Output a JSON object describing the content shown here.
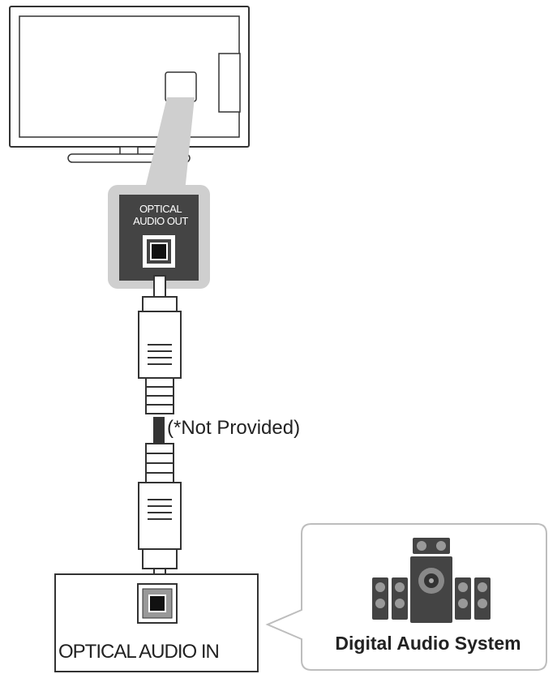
{
  "labels": {
    "port_out_line1": "OPTICAL",
    "port_out_line2": "AUDIO OUT",
    "not_provided": "(*Not Provided)",
    "port_in": "OPTICAL AUDIO IN",
    "digital_audio_system": "Digital Audio System"
  },
  "colors": {
    "line": "#333333",
    "callout_gray": "#cfcfcf",
    "port_panel": "#444444",
    "bubble_border": "#bdbdbd"
  },
  "icons": {
    "tv": "tv-icon",
    "optical_out_port": "optical-port-icon",
    "cable": "optical-cable-icon",
    "optical_in_port": "optical-port-icon",
    "speaker_system": "speaker-system-icon"
  }
}
